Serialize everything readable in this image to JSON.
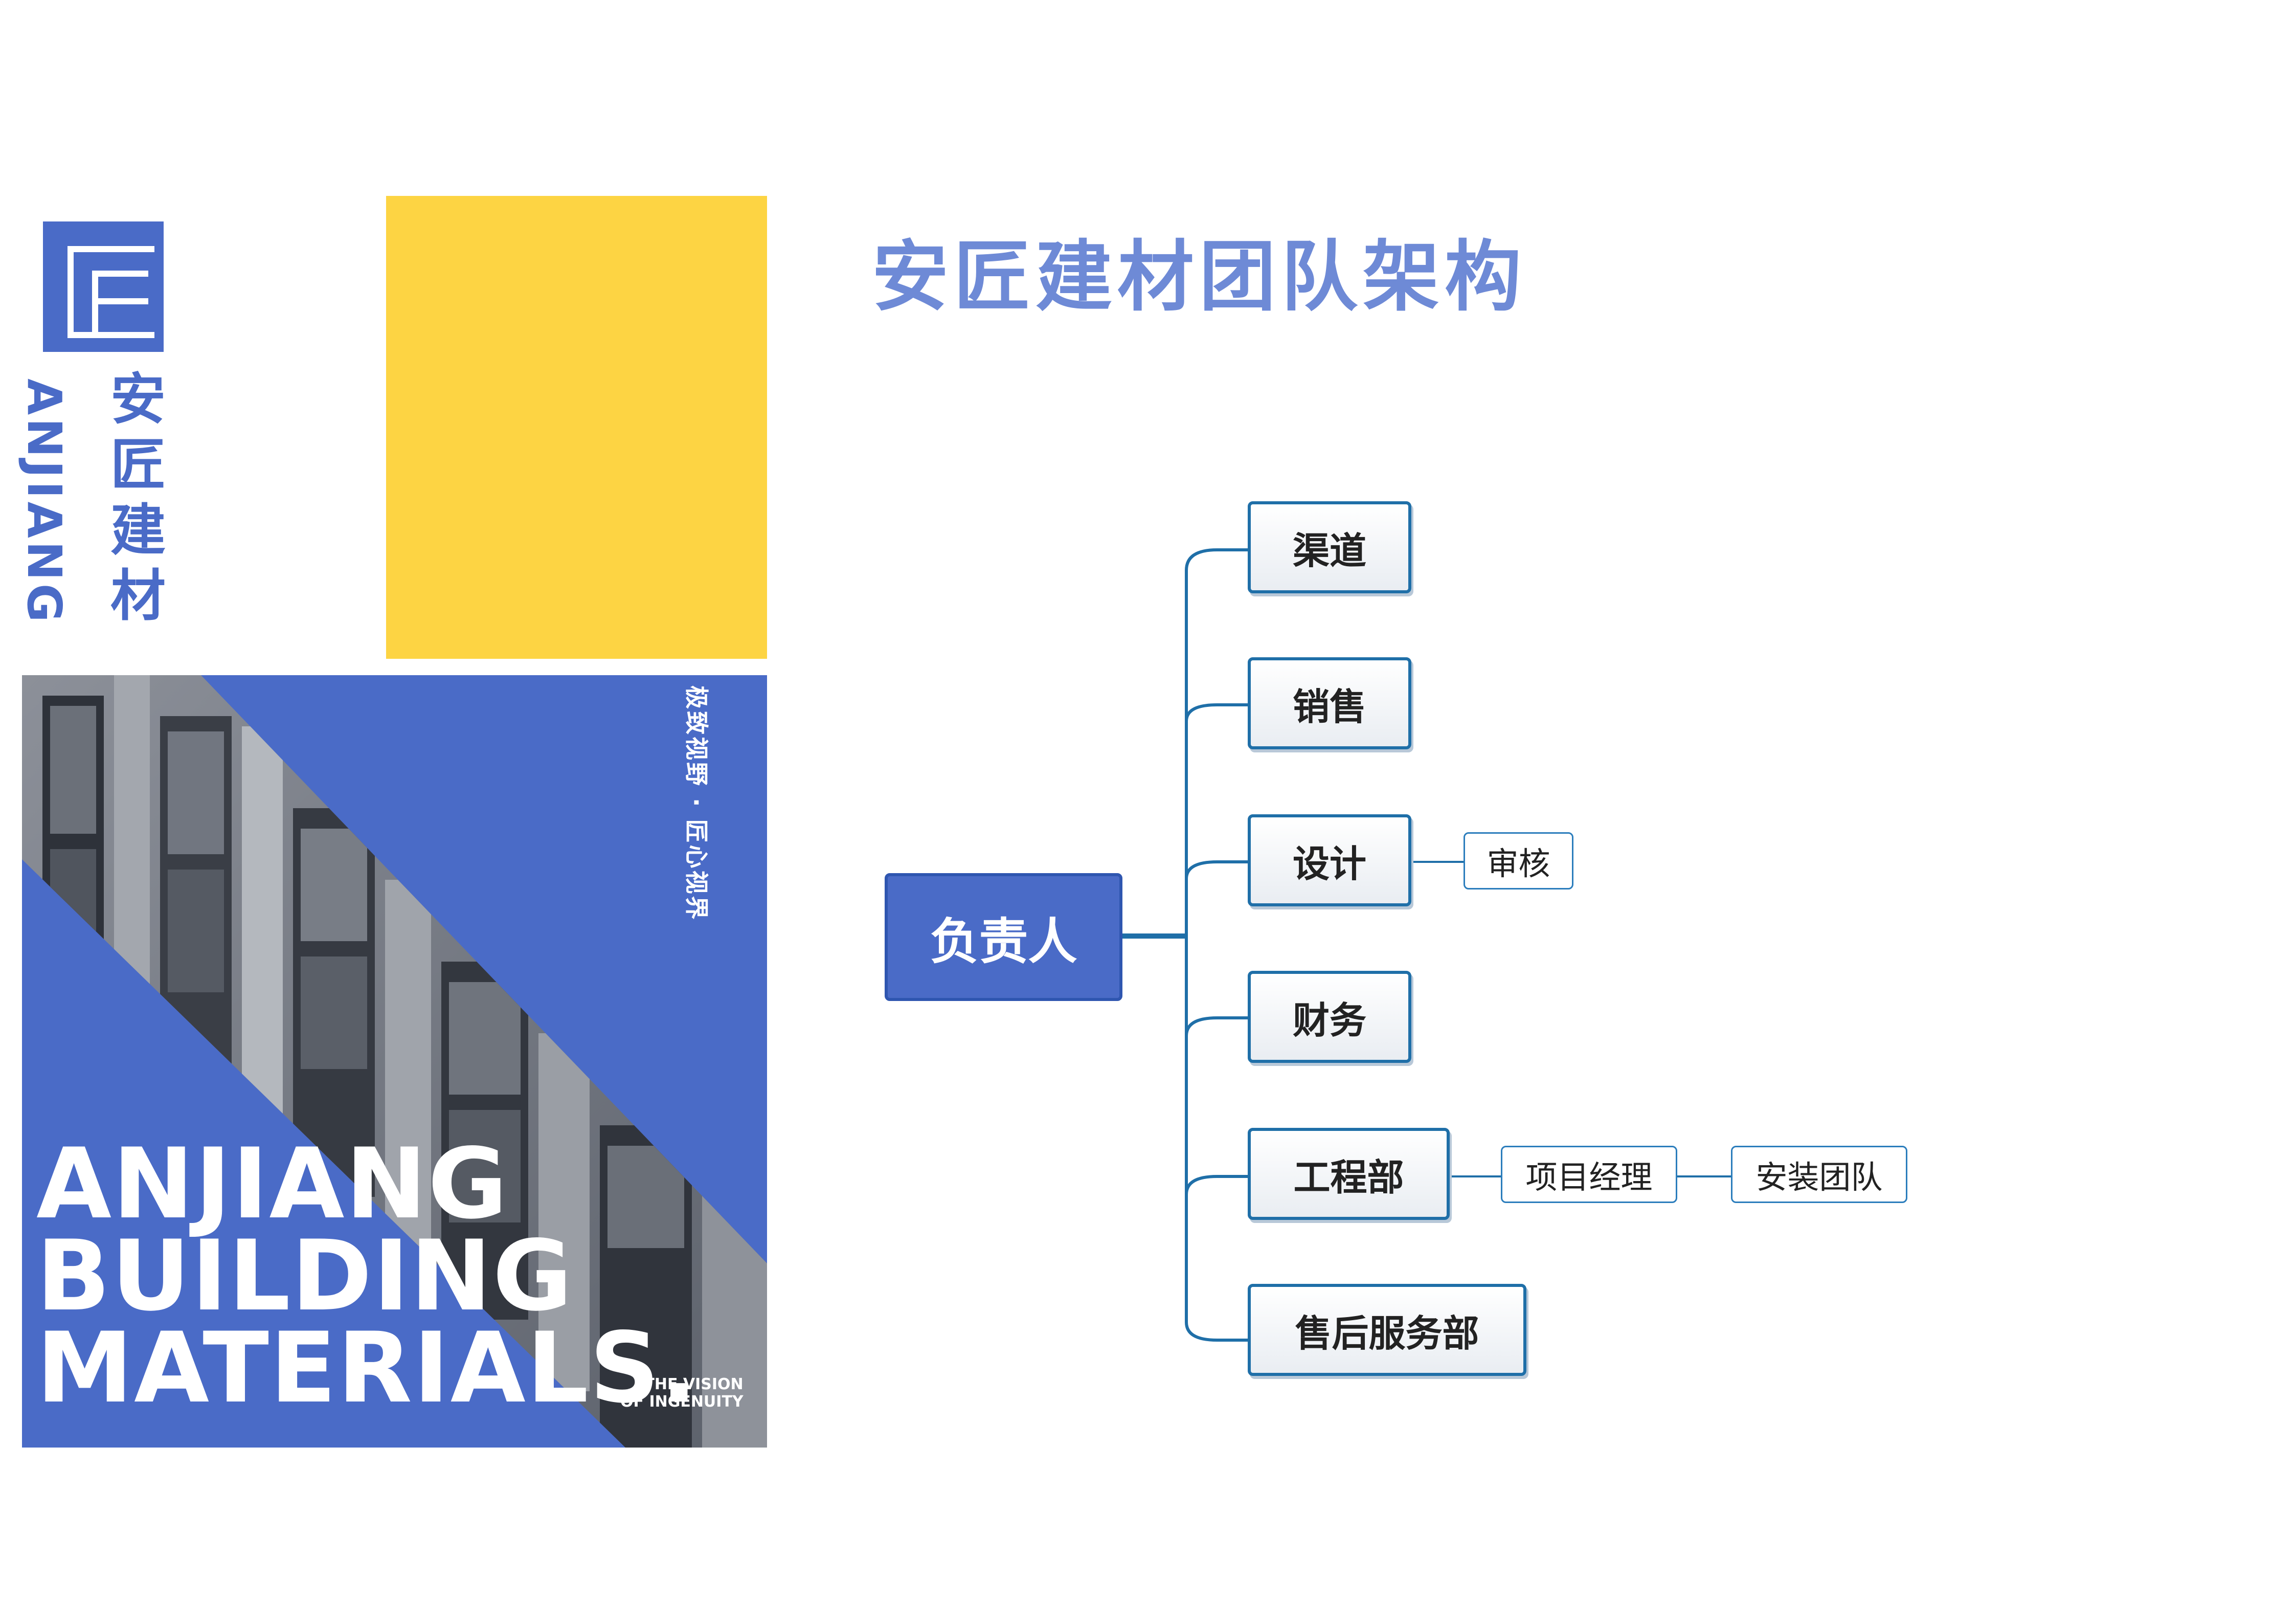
{
  "logo": {
    "cn_chars": [
      "安",
      "匠",
      "建",
      "材"
    ],
    "en": "ANJIANG"
  },
  "cover": {
    "tagline": "极致视野 · 匠心视界",
    "line1": "ANJIANG",
    "line2": "BUILDING",
    "line3": "MATERIALS.",
    "sub1": "THE VISION",
    "sub2": "OF INGENUITY"
  },
  "title": "安匠建材团队架构",
  "org": {
    "root": "负责人",
    "branches": [
      {
        "label": "渠道",
        "children": []
      },
      {
        "label": "销售",
        "children": []
      },
      {
        "label": "设计",
        "children": [
          "审核"
        ]
      },
      {
        "label": "财务",
        "children": []
      },
      {
        "label": "工程部",
        "children": [
          "项目经理",
          "安装团队"
        ]
      },
      {
        "label": "售后服务部",
        "children": []
      }
    ]
  },
  "colors": {
    "brand_blue": "#4A6BC7",
    "title_blue": "#6E8AD6",
    "yellow": "#FDD443",
    "connector": "#1F6FA8"
  }
}
